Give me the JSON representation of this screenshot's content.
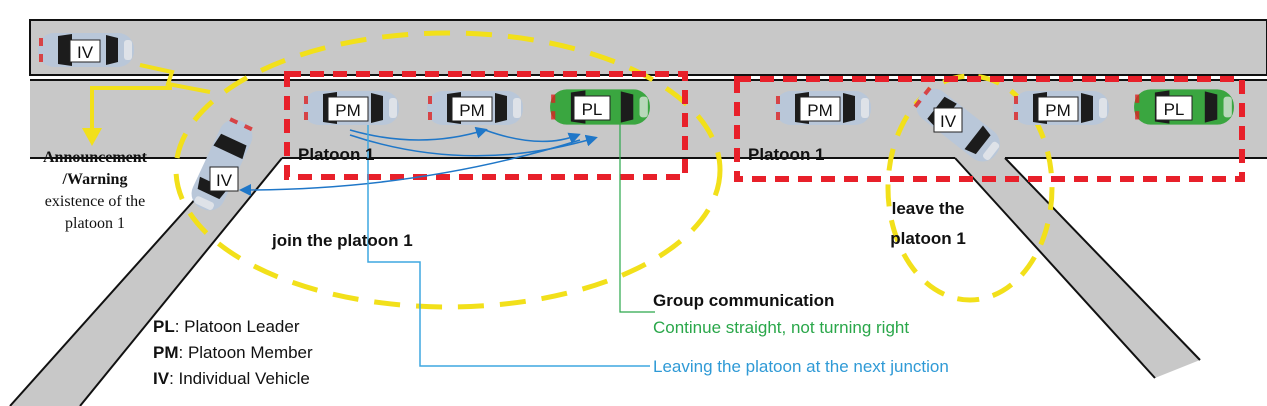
{
  "colors": {
    "road": "#c8c8c8",
    "road_edge": "#111111",
    "platoon_box": "#e8202a",
    "range_ellipse": "#f2e01a",
    "signal_arrow": "#f2e01a",
    "comm_link": "#1f77c8",
    "leader_car": "#3aa640",
    "member_car": "#b9c7d9",
    "green_text": "#2aa74a",
    "blue_text": "#2f9ad6"
  },
  "labels": {
    "iv": "IV",
    "pm": "PM",
    "pl": "PL"
  },
  "annotation": {
    "line1": "Announcement",
    "line2": "/Warning",
    "line3": "existence of the",
    "line4": "platoon 1"
  },
  "platoon_labels": {
    "left": "Platoon 1",
    "right": "Platoon 1"
  },
  "actions": {
    "join": "join the platoon 1",
    "leave_line1": "leave the",
    "leave_line2": "platoon 1"
  },
  "messages": {
    "group": "Group communication",
    "continue": "Continue straight, not turning right",
    "leaving": "Leaving the platoon at the next junction"
  },
  "legend": [
    {
      "abbr": "PL",
      "desc": ": Platoon Leader"
    },
    {
      "abbr": "PM",
      "desc": ": Platoon Member"
    },
    {
      "abbr": "IV",
      "desc": ": Individual Vehicle"
    }
  ]
}
